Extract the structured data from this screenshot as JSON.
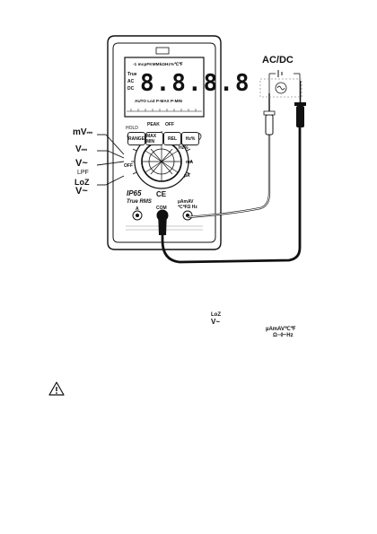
{
  "source_label": "AC/DC",
  "meter": {
    "display_value": "8.8.8.8",
    "lcd_top_row": "-1 mcpFKMMkΩHz%℃℉",
    "lcd_bottom_row": "AUTO LoZ P-MAX P-MIN",
    "lcd_left_flags": [
      "True",
      "AC",
      "DC"
    ],
    "buttons": [
      "RANGE",
      "MAX MIN",
      "REL",
      "Hz%"
    ],
    "button_captions": [
      "PEAK",
      "OFF"
    ],
    "hold_label": "HOLD",
    "ip_rating": "IP65",
    "true_rms": "True RMS",
    "ce_mark": "CE",
    "jack_a": "A",
    "jack_com": "COM",
    "jack_v": "µAmAV",
    "jack_v_sub": "℃℉Ω Hz",
    "dial_off": "OFF",
    "dial_hz": "Hz%",
    "dial_ma": "mA",
    "dial_ua": "µA"
  },
  "side_labels": {
    "mv": "mV",
    "v_dc": "V",
    "v_ac": "V~",
    "lpf": "LPF",
    "loz": "LoZ",
    "loz_v": "V~"
  },
  "caption_symbols": {
    "loz": "LoZ",
    "loz_v": "V~",
    "jack": "µAmAV℃℉",
    "jack_sub": "Ω⊣⊢Hz"
  },
  "icons": {
    "warning": "warning-triangle-icon",
    "ac_source": "ac-sine-icon"
  }
}
